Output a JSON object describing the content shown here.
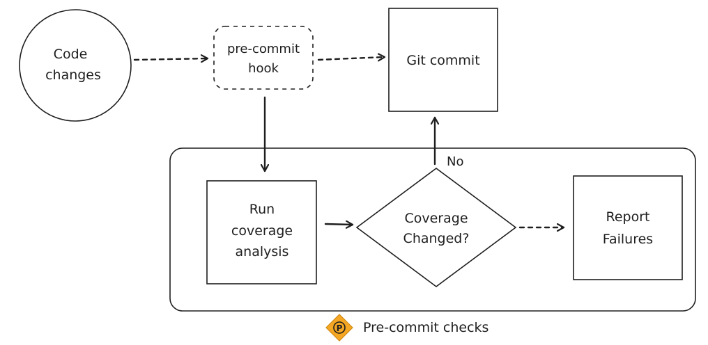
{
  "nodes": {
    "code_changes": {
      "line1": "Code",
      "line2": "changes"
    },
    "precommit_hook": {
      "line1": "pre-commit",
      "line2": "hook"
    },
    "git_commit": {
      "label": "Git commit"
    },
    "run_coverage": {
      "line1": "Run",
      "line2": "coverage",
      "line3": "analysis"
    },
    "coverage_changed": {
      "line1": "Coverage",
      "line2": "Changed?"
    },
    "report_failures": {
      "line1": "Report",
      "line2": "Failures"
    }
  },
  "edges": {
    "no_label": "No"
  },
  "group": {
    "label": "Pre-commit checks",
    "badge_letter": "P",
    "badge_color": "#f5a623"
  },
  "colors": {
    "stroke": "#1e1e1e",
    "background": "#ffffff"
  }
}
